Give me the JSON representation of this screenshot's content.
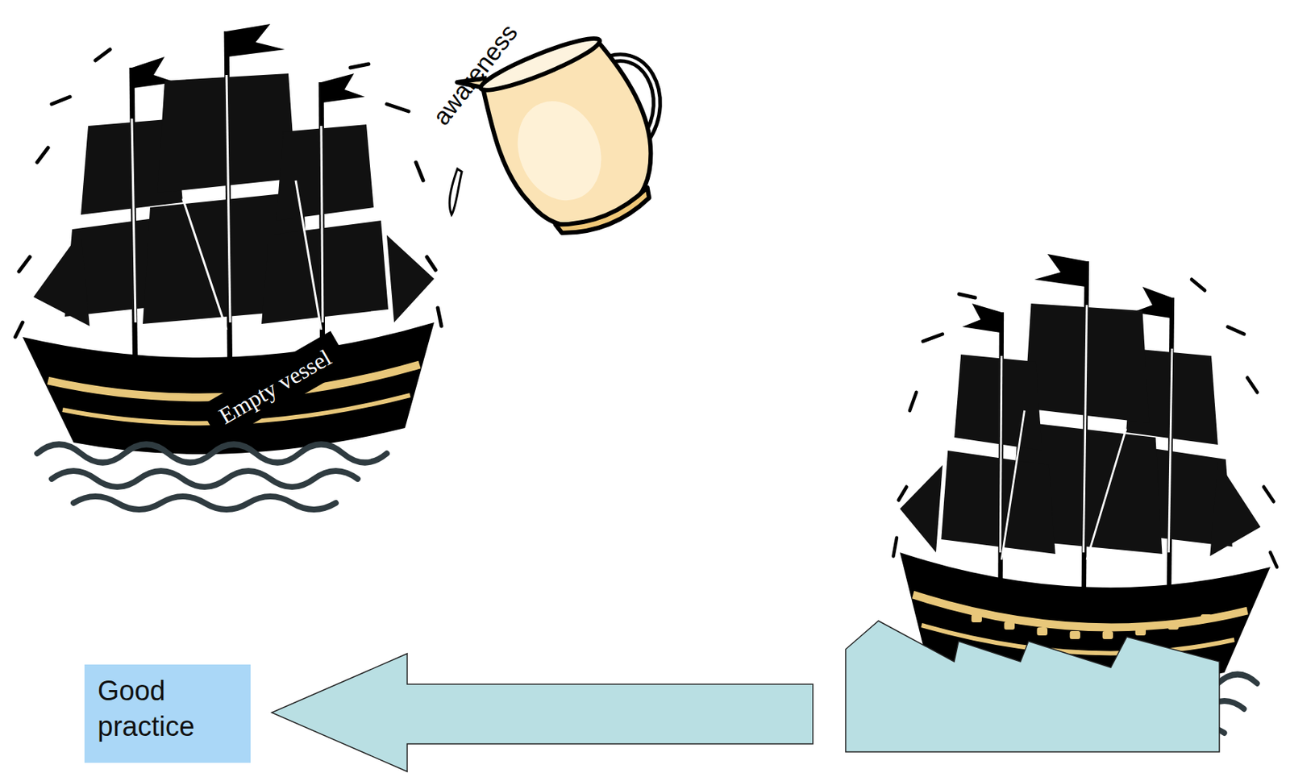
{
  "diagram": {
    "nodes": [
      {
        "text": [
          "Empty vessel"
        ]
      },
      {
        "text": [
          "Good practice"
        ]
      }
    ],
    "labels": [
      "awareness"
    ]
  }
}
